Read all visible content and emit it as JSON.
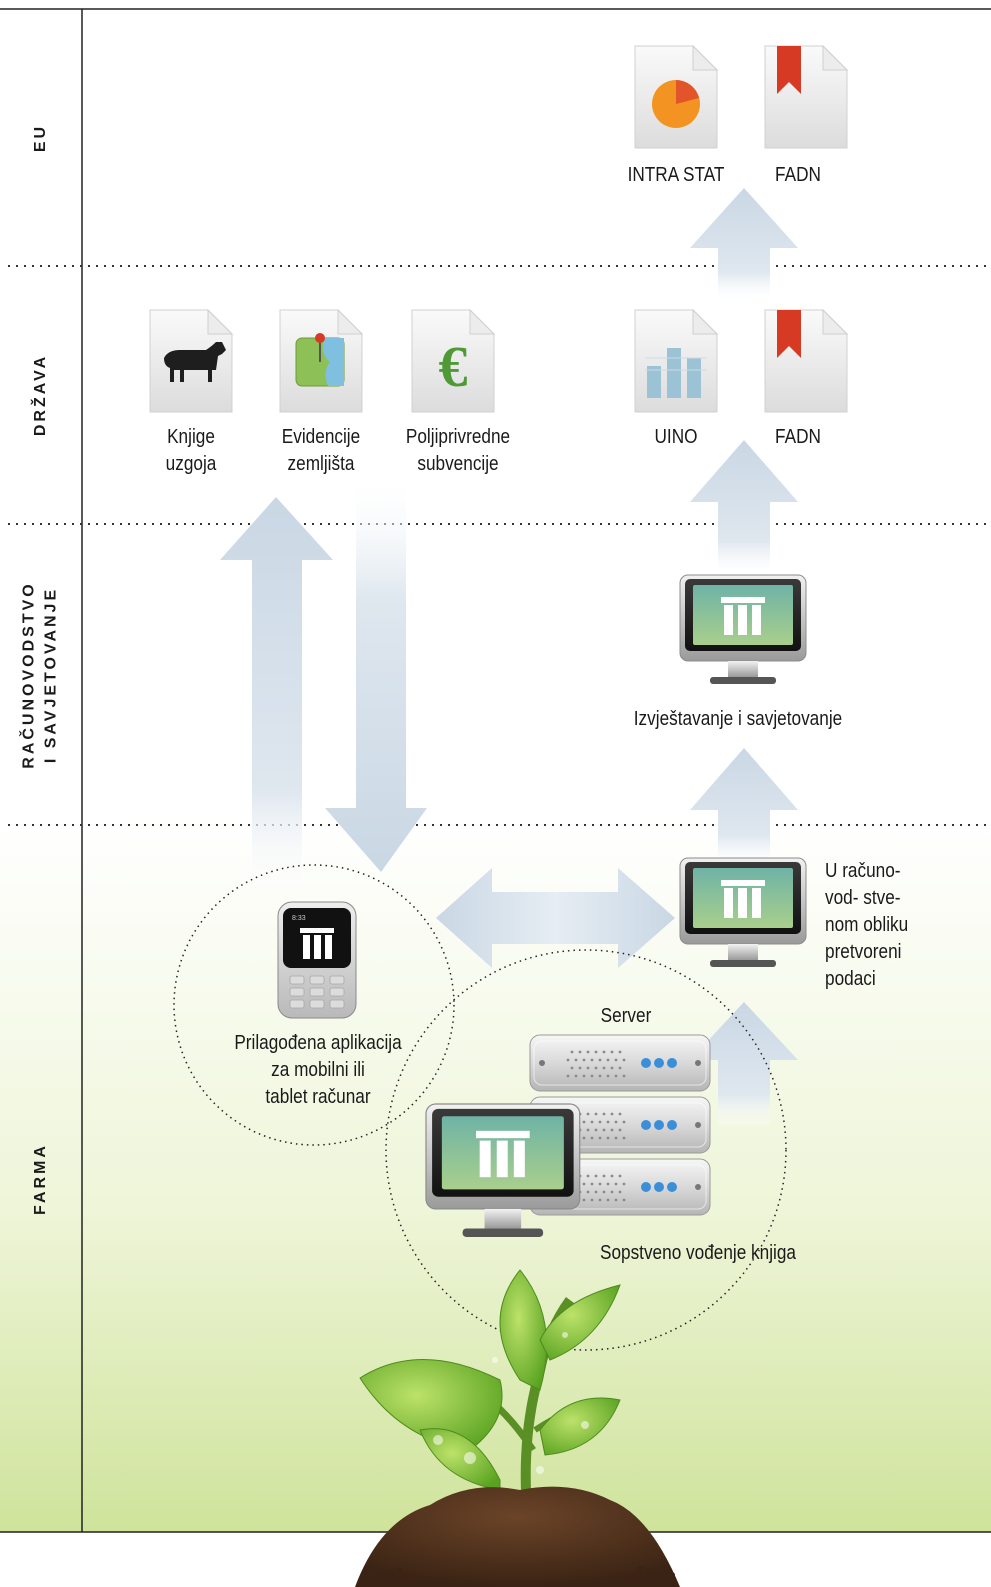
{
  "bands": {
    "eu": "EU",
    "drzava": "DRŽAVA",
    "racunovodstvo_line1": "RAČUNOVODSTVO",
    "racunovodstvo_line2": "I SAVJETOVANJE",
    "farma": "FARMA"
  },
  "eu_row": {
    "intra_stat": "INTRA STAT",
    "fadn": "FADN"
  },
  "drzava_row": {
    "knjige_1": "Knjige",
    "knjige_2": "uzgoja",
    "evidencije_1": "Evidencije",
    "evidencije_2": "zemljišta",
    "poljo_1": "Poljiprivredne",
    "poljo_2": "subvencije",
    "uino": "UINO",
    "fadn": "FADN"
  },
  "racunovodstvo_row": {
    "izvjestavanje": "Izvještavanje i savjetovanje"
  },
  "farma_row": {
    "converted_1": "U računo-",
    "converted_2": "vod- stve-",
    "converted_3": "nom obliku",
    "converted_4": "pretvoreni",
    "converted_5": "podaci",
    "server": "Server",
    "mobile_1": "Prilagođena aplikacija",
    "mobile_2": "za mobilni ili",
    "mobile_3": "tablet računar",
    "own_books": "Sopstveno vođenje knjiga",
    "phone_time": "8:33"
  },
  "colors": {
    "arrow": "#c9d7e4",
    "screen_top": "#6fb3a6",
    "screen_bottom": "#a9cf8c",
    "bookmark": "#d63a24",
    "euro": "#4f9a36",
    "pie": "#f39321",
    "leaf": "#7cbf2b",
    "soil": "#4a2e1b",
    "ground_gradient": "#cfe39b"
  }
}
